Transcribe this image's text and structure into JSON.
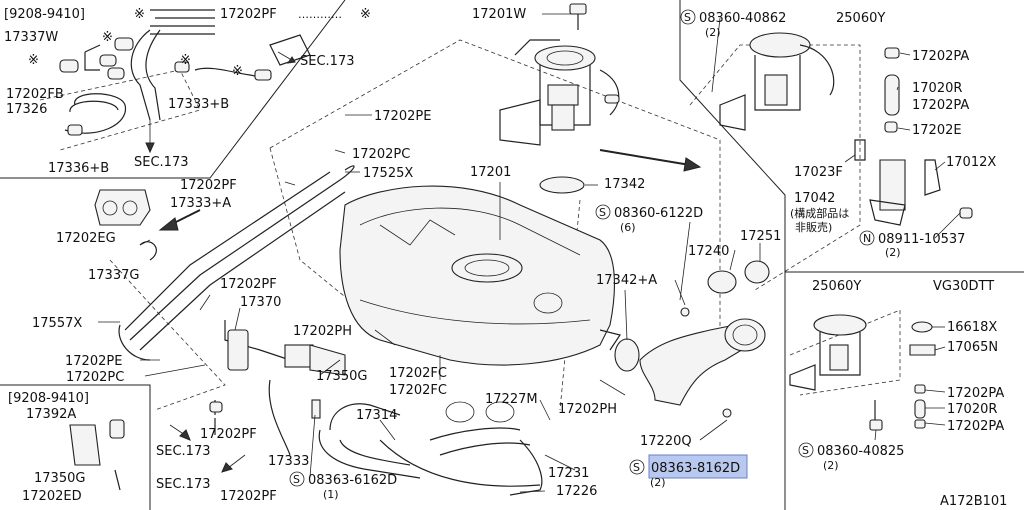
{
  "diagram_id": "A172B101",
  "variant": "VG30DTT",
  "labels": {
    "range_top": "[9208-9410]",
    "range_bottom": "[9208-9410]",
    "p17202PF_top": "17202PF",
    "p17337W": "17337W",
    "sec173_a": "SEC.173",
    "p17202FB": "17202FB",
    "p17326": "17326",
    "p17333B": "17333+B",
    "p17336B": "17336+B",
    "sec173_b": "SEC.173",
    "p17201W": "17201W",
    "p17202PE_a": "17202PE",
    "p17202PC_a": "17202PC",
    "p17202PF_b": "17202PF",
    "p17525X": "17525X",
    "p17333A": "17333+A",
    "p17201": "17201",
    "p17342": "17342",
    "p17202EG": "17202EG",
    "p17337G": "17337G",
    "p17202PF_c": "17202PF",
    "p17370": "17370",
    "p17557X": "17557X",
    "p17202PH_a": "17202PH",
    "p17202PE_b": "17202PE",
    "p17202PC_b": "17202PC",
    "p17350G_a": "17350G",
    "p17202FC_a": "17202FC",
    "p17202FC_b": "17202FC",
    "p17227M": "17227M",
    "p17202PH_b": "17202PH",
    "p17314": "17314",
    "p17392A": "17392A",
    "p17202PF_d": "17202PF",
    "sec173_c": "SEC.173",
    "p17350G_b": "17350G",
    "p17333": "17333",
    "sec173_d": "SEC.173",
    "p17202ED": "17202ED",
    "p17202PF_e": "17202PF",
    "bolt_08363_6162D": "08363-6162D",
    "qty_1": "(1)",
    "p17231": "17231",
    "p17226": "17226",
    "p17220Q": "17220Q",
    "bolt_08363_8162D": "08363-8162D",
    "qty_2c": "(2)",
    "bolt_08360_6122D": "08360-6122D",
    "qty_6": "(6)",
    "p17240": "17240",
    "p17251": "17251",
    "p17342A": "17342+A",
    "bolt_08360_40862": "08360-40862",
    "qty_2a": "(2)",
    "p25060Y_a": "25060Y",
    "p17202PA_a": "17202PA",
    "p17020R_a": "17020R",
    "p17202PA_b": "17202PA",
    "p17202E": "17202E",
    "p17023F": "17023F",
    "p17012X": "17012X",
    "p17042": "17042",
    "note_jp_1": "(構成部品は",
    "note_jp_2": "非販売)",
    "nut_08911_10537": "08911-10537",
    "qty_2b": "(2)",
    "p25060Y_b": "25060Y",
    "p16618X": "16618X",
    "p17065N": "17065N",
    "p17202PA_c": "17202PA",
    "p17020R_b": "17020R",
    "p17202PA_d": "17202PA",
    "bolt_08360_40825": "08360-40825",
    "qty_2d": "(2)"
  },
  "symbols": {
    "bolt_prefix": "S",
    "nut_prefix": "N",
    "asterisk": "※",
    "dots": "…………"
  },
  "highlight": {
    "part": "08363-8162D",
    "color": "#b9c8ee"
  }
}
